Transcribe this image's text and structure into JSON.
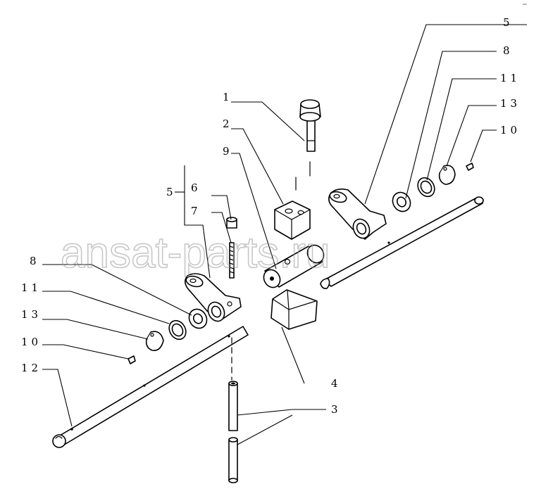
{
  "watermark": "ansat-parts.ru",
  "corner_mark": "ᵃᵃᵃ",
  "callouts": {
    "c1": "1",
    "c2": "2",
    "c3": "3",
    "c4": "4",
    "c5_right": "5",
    "c5_left": "5",
    "c6": "6",
    "c7": "7",
    "c8_right": "8",
    "c8_left": "8",
    "c9": "9",
    "c10_right": "10",
    "c10_left": "10",
    "c11_right": "11",
    "c11_left": "11",
    "c12": "12",
    "c13_right": "13",
    "c13_left": "13"
  }
}
